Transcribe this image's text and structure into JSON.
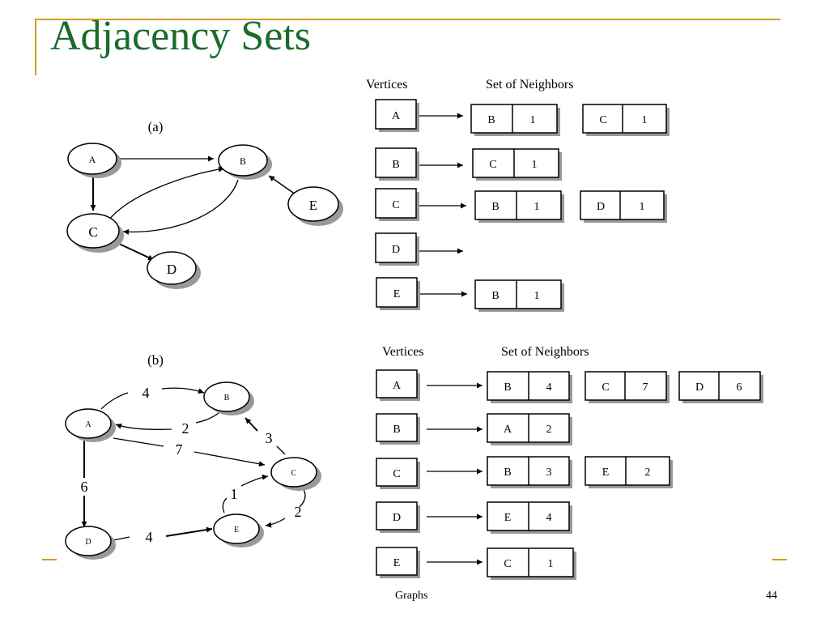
{
  "slide": {
    "title": "Adjacency Sets",
    "footer": "Graphs",
    "page_number": "44"
  },
  "colors": {
    "title": "#1a6b2c",
    "rule": "#d4a017"
  },
  "graph_a": {
    "label": "(a)",
    "nodes": [
      "A",
      "B",
      "C",
      "D",
      "E"
    ],
    "edges": [
      {
        "from": "A",
        "to": "B"
      },
      {
        "from": "A",
        "to": "C"
      },
      {
        "from": "B",
        "to": "C"
      },
      {
        "from": "C",
        "to": "B"
      },
      {
        "from": "C",
        "to": "D"
      },
      {
        "from": "E",
        "to": "B"
      }
    ]
  },
  "table_a": {
    "header_vertices": "Vertices",
    "header_neighbors": "Set of Neighbors",
    "rows": [
      {
        "vertex": "A",
        "neighbors": [
          {
            "v": "B",
            "w": "1"
          },
          {
            "v": "C",
            "w": "1"
          }
        ]
      },
      {
        "vertex": "B",
        "neighbors": [
          {
            "v": "C",
            "w": "1"
          }
        ]
      },
      {
        "vertex": "C",
        "neighbors": [
          {
            "v": "B",
            "w": "1"
          },
          {
            "v": "D",
            "w": "1"
          }
        ]
      },
      {
        "vertex": "D",
        "neighbors": []
      },
      {
        "vertex": "E",
        "neighbors": [
          {
            "v": "B",
            "w": "1"
          }
        ]
      }
    ]
  },
  "graph_b": {
    "label": "(b)",
    "nodes": [
      "A",
      "B",
      "C",
      "D",
      "E"
    ],
    "edges": [
      {
        "from": "A",
        "to": "B",
        "weight": "4"
      },
      {
        "from": "B",
        "to": "A",
        "weight": "2"
      },
      {
        "from": "A",
        "to": "C",
        "weight": "7"
      },
      {
        "from": "A",
        "to": "D",
        "weight": "6"
      },
      {
        "from": "C",
        "to": "B",
        "weight": "3"
      },
      {
        "from": "C",
        "to": "E",
        "weight": "2"
      },
      {
        "from": "E",
        "to": "C",
        "weight": "1"
      },
      {
        "from": "D",
        "to": "E",
        "weight": "4"
      }
    ]
  },
  "table_b": {
    "header_vertices": "Vertices",
    "header_neighbors": "Set of Neighbors",
    "rows": [
      {
        "vertex": "A",
        "neighbors": [
          {
            "v": "B",
            "w": "4"
          },
          {
            "v": "C",
            "w": "7"
          },
          {
            "v": "D",
            "w": "6"
          }
        ]
      },
      {
        "vertex": "B",
        "neighbors": [
          {
            "v": "A",
            "w": "2"
          }
        ]
      },
      {
        "vertex": "C",
        "neighbors": [
          {
            "v": "B",
            "w": "3"
          },
          {
            "v": "E",
            "w": "2"
          }
        ]
      },
      {
        "vertex": "D",
        "neighbors": [
          {
            "v": "E",
            "w": "4"
          }
        ]
      },
      {
        "vertex": "E",
        "neighbors": [
          {
            "v": "C",
            "w": "1"
          }
        ]
      }
    ]
  }
}
